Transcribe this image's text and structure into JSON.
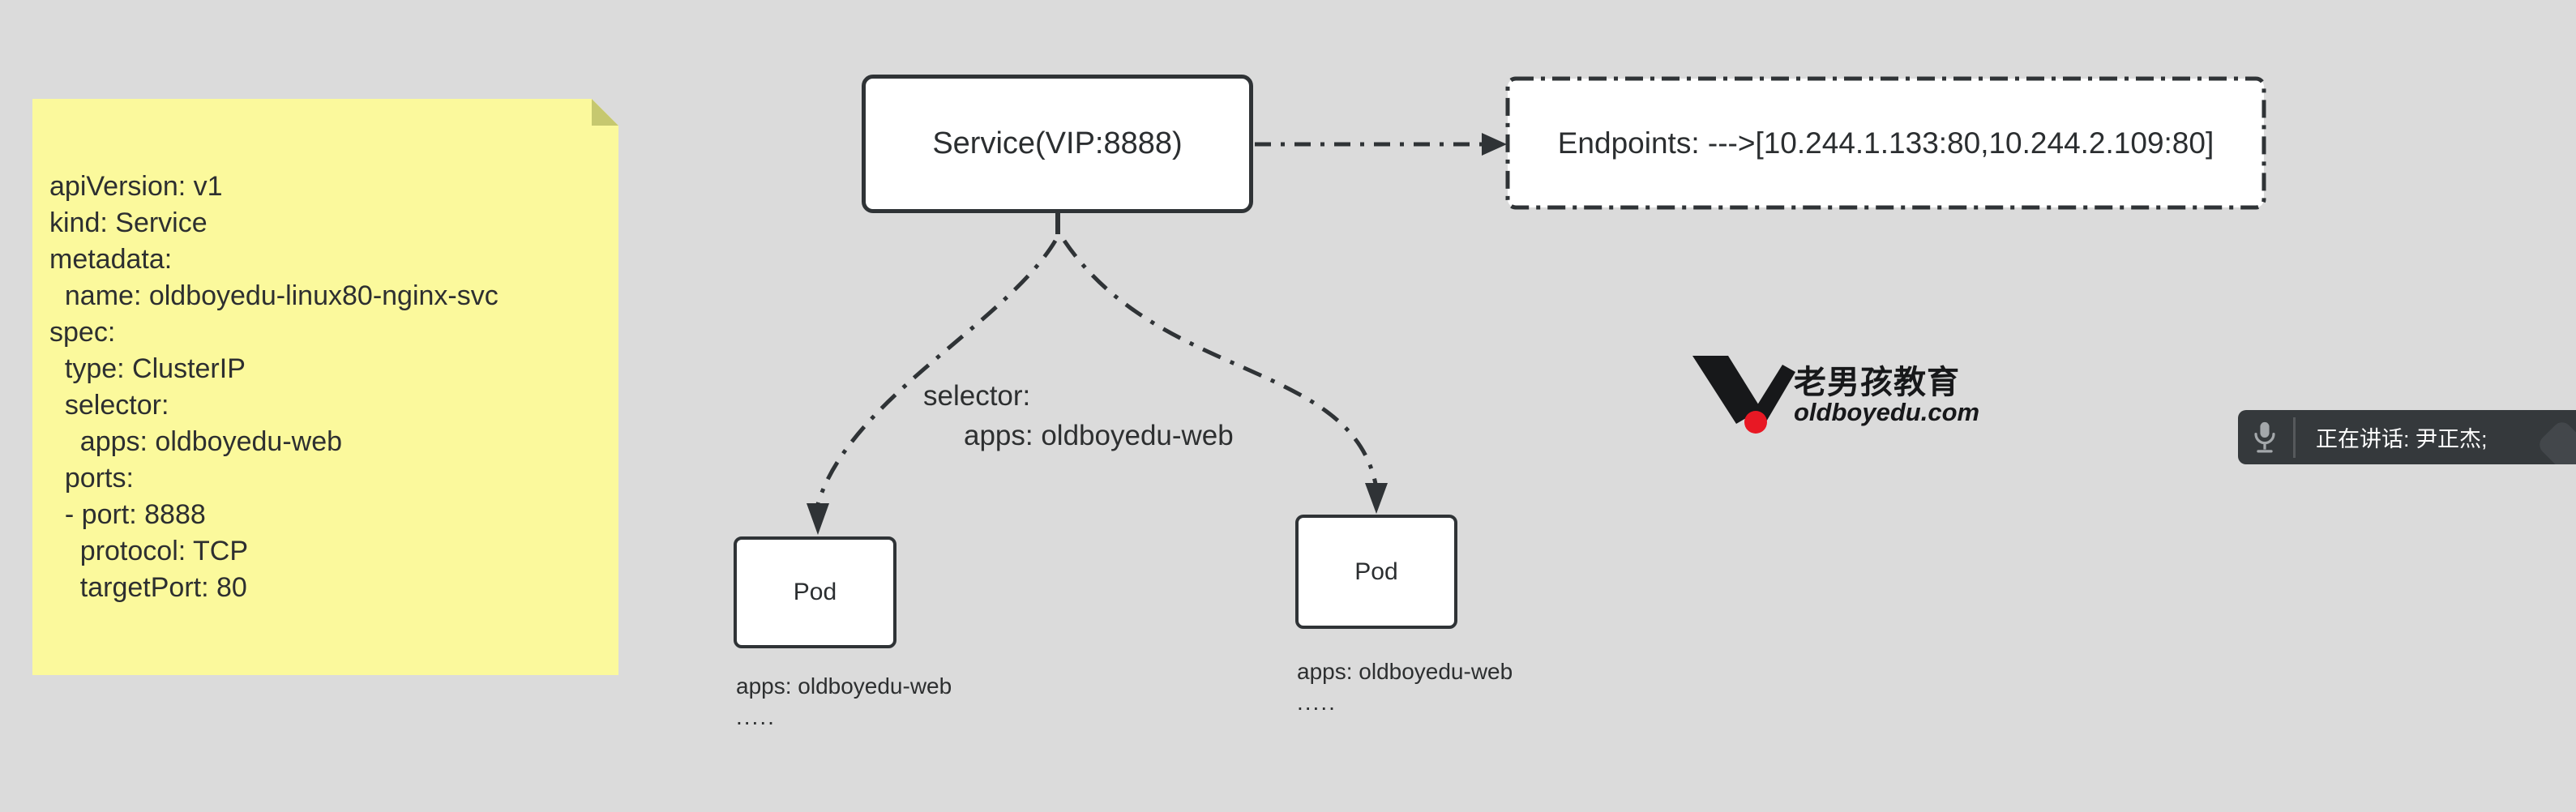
{
  "colors": {
    "canvas_bg": "#dbdbdb",
    "note_bg": "#fbf99c",
    "note_fold": "#c6c86f",
    "stroke": "#2f3336",
    "node_bg": "#ffffff",
    "logo_red": "#e81824",
    "toast_bg": "#35393c",
    "toast_text": "#ffffff"
  },
  "note": {
    "text": "apiVersion: v1\nkind: Service\nmetadata:\n  name: oldboyedu-linux80-nginx-svc\nspec:\n  type: ClusterIP\n  selector:\n    apps: oldboyedu-web\n  ports:\n  - port: 8888\n    protocol: TCP\n    targetPort: 80"
  },
  "service": {
    "label": "Service(VIP:8888)"
  },
  "endpoints": {
    "label": "Endpoints: --->[10.244.1.133:80,10.244.2.109:80]"
  },
  "selector_annotation": {
    "line1": "selector:",
    "line2": "apps: oldboyedu-web"
  },
  "pods": [
    {
      "label": "Pod",
      "caption": "apps: oldboyedu-web",
      "ellipsis": "....."
    },
    {
      "label": "Pod",
      "caption": "apps: oldboyedu-web",
      "ellipsis": "....."
    }
  ],
  "logo": {
    "brand": "老男孩教育",
    "domain": "oldboyedu.com",
    "mark_icon": "v-check-logo-icon"
  },
  "toast": {
    "message": "正在讲话: 尹正杰;",
    "mic_icon": "microphone-icon"
  }
}
